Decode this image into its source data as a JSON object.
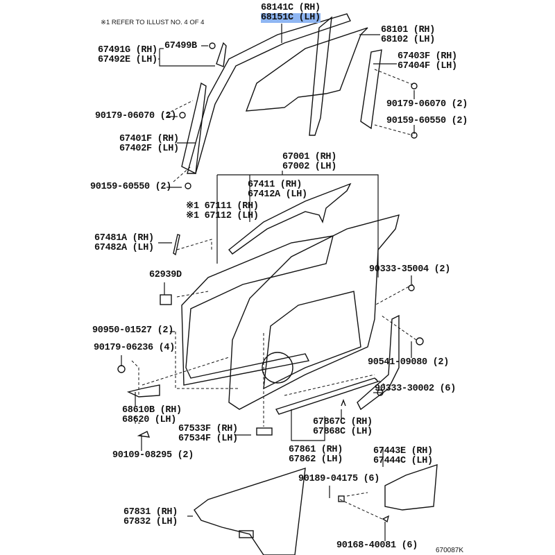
{
  "note": "※1 REFER TO ILLUST NO. 4 OF 4",
  "illustration_code": "670087K",
  "highlight_color": "#8fb6f2",
  "labels": {
    "glass_run": [
      "68141C (RH)",
      "68151C (LH)"
    ],
    "glass": [
      "68101 (RH)",
      "68102 (LH)"
    ],
    "rear_channel": [
      "67403F (RH)",
      "67404F (LH)"
    ],
    "bolt_right_1": "90179-06070 (2)",
    "screw_right": "90159-60550 (2)",
    "corner_piece": [
      "67491G (RH)",
      "67492E (LH)"
    ],
    "clip_67499": "67499B",
    "bolt_left_1": "90179-06070 (2)",
    "front_channel": [
      "67401F (RH)",
      "67402F (LH)"
    ],
    "door_panel": [
      "67001 (RH)",
      "67002 (LH)"
    ],
    "screw_left": "90159-60550 (2)",
    "frame_moulding": [
      "67411 (RH)",
      "67412A (LH)"
    ],
    "outer_panel": [
      "※1 67111 (RH)",
      "※1 67112 (LH)"
    ],
    "pad": [
      "67481A (RH)",
      "67482A (LH)"
    ],
    "seal_62939": "62939D",
    "hole_plug_35004": "90333-35004 (2)",
    "plug_01527": "90950-01527 (2)",
    "bolt_06236": "90179-06236 (4)",
    "plug_09080": "90541-09080 (2)",
    "plug_30002": "90333-30002 (6)",
    "check_assy": [
      "68610B (RH)",
      "68620 (LH)"
    ],
    "cushion": [
      "67533F (RH)",
      "67534F (LH)"
    ],
    "clip_67867": [
      "67867C (RH)",
      "67868C (LH)"
    ],
    "bolt_08295": "90109-08295 (2)",
    "moulding_67861": [
      "67861 (RH)",
      "67862 (LH)"
    ],
    "cover_67443": [
      "67443E (RH)",
      "67444C (LH)"
    ],
    "nut_04175": "90189-04175 (6)",
    "service_cover": [
      "67831 (RH)",
      "67832 (LH)"
    ],
    "screw_40081": "90168-40081 (6)"
  }
}
